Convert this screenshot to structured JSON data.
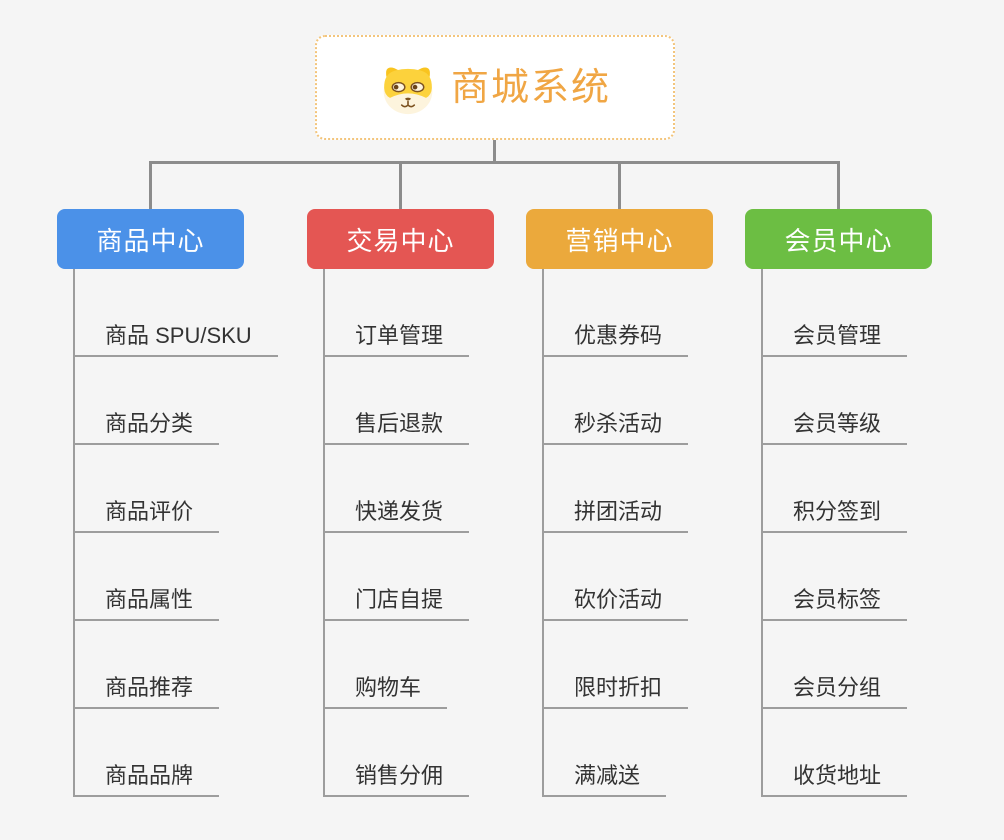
{
  "canvas": {
    "background": "#f5f5f5"
  },
  "root": {
    "title": "商城系统",
    "icon": "dog-face-icon",
    "text_color": "#f0a644",
    "border_color": "#f3c57c"
  },
  "connector_color": "#8c8c8c",
  "leaf_line_color": "#9d9d9d",
  "leaf_text_color": "#333333",
  "branches": [
    {
      "label": "商品中心",
      "color": "#4b91e8",
      "children": [
        "商品 SPU/SKU",
        "商品分类",
        "商品评价",
        "商品属性",
        "商品推荐",
        "商品品牌"
      ]
    },
    {
      "label": "交易中心",
      "color": "#e45653",
      "children": [
        "订单管理",
        "售后退款",
        "快递发货",
        "门店自提",
        "购物车",
        "销售分佣"
      ]
    },
    {
      "label": "营销中心",
      "color": "#eba93c",
      "children": [
        "优惠券码",
        "秒杀活动",
        "拼团活动",
        "砍价活动",
        "限时折扣",
        "满减送"
      ]
    },
    {
      "label": "会员中心",
      "color": "#6cbe43",
      "children": [
        "会员管理",
        "会员等级",
        "积分签到",
        "会员标签",
        "会员分组",
        "收货地址"
      ]
    }
  ]
}
